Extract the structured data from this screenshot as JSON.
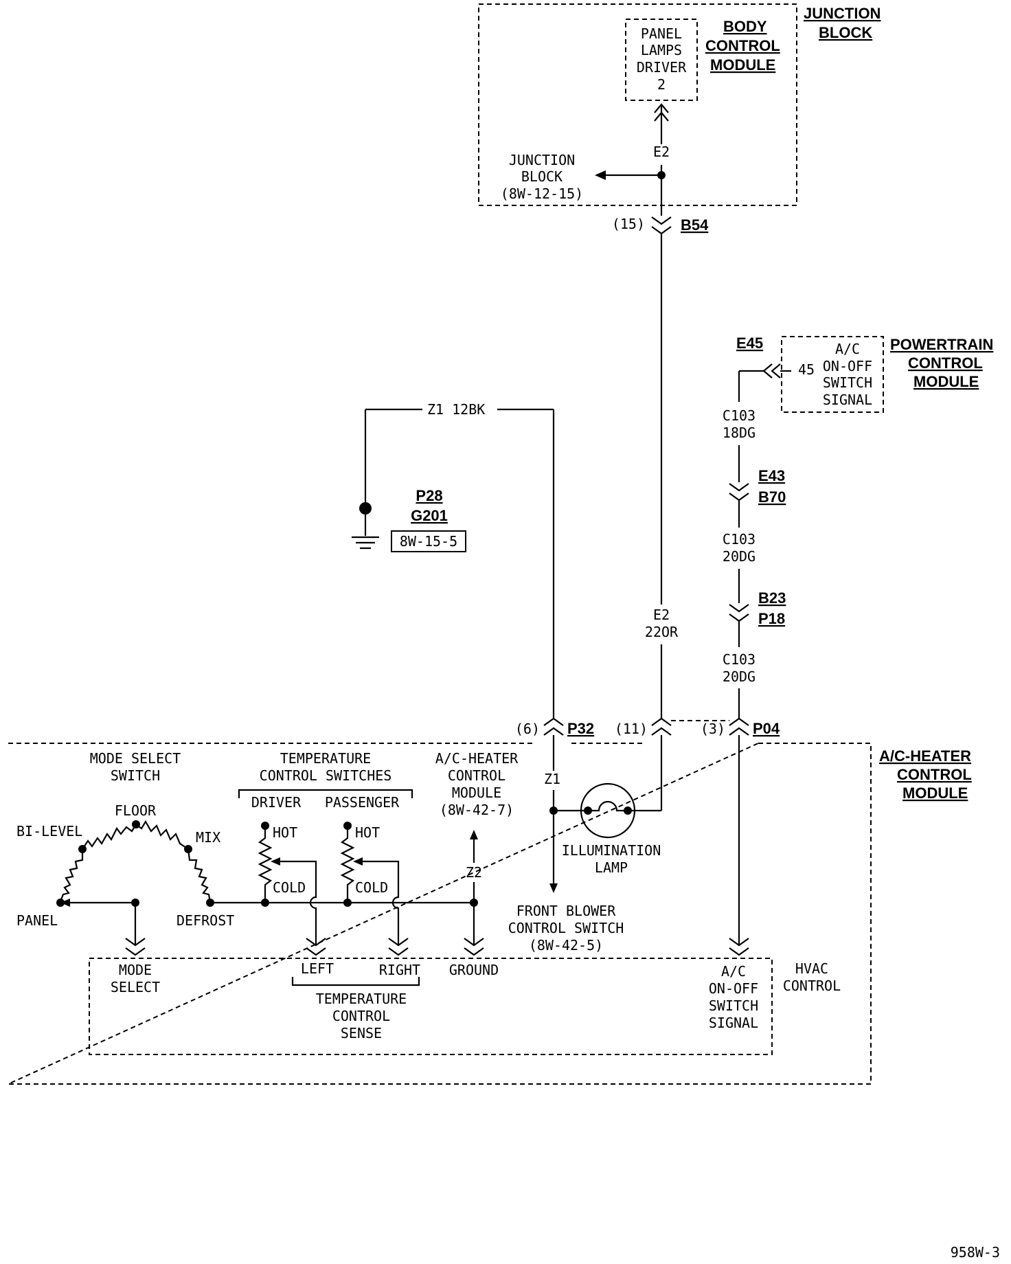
{
  "junction_block": {
    "title_line1": "JUNCTION",
    "title_line2": "BLOCK",
    "bcm_line1": "BODY",
    "bcm_line2": "CONTROL",
    "bcm_line3": "MODULE",
    "driver_line1": "PANEL",
    "driver_line2": "LAMPS",
    "driver_line3": "DRIVER",
    "driver_line4": "2",
    "circuit_e2": "E2",
    "ref_line1": "JUNCTION",
    "ref_line2": "BLOCK",
    "ref_line3": "(8W-12-15)",
    "pin_15": "(15)",
    "conn_b54": "B54"
  },
  "pcm": {
    "conn_e45": "E45",
    "pin_45": "45",
    "signal_line1": "A/C",
    "signal_line2": "ON-OFF",
    "signal_line3": "SWITCH",
    "signal_line4": "SIGNAL",
    "title_line1": "POWERTRAIN",
    "title_line2": "CONTROL",
    "title_line3": "MODULE"
  },
  "ac_wire": {
    "c103_a": "C103",
    "gauge_a": "18DG",
    "conn_e43": "E43",
    "conn_b70": "B70",
    "c103_b": "C103",
    "gauge_b": "20DG",
    "conn_b23": "B23",
    "conn_p18": "P18",
    "c103_c": "C103",
    "gauge_c": "20DG"
  },
  "ground": {
    "wire_label": "Z1 12BK",
    "conn_p28": "P28",
    "conn_g201": "G201",
    "ref": "8W-15-5"
  },
  "illum_wire": {
    "circuit": "E2",
    "gauge": "22OR"
  },
  "connectors": {
    "pin_6": "(6)",
    "conn_p32": "P32",
    "pin_11": "(11)",
    "pin_3": "(3)",
    "conn_p04": "P04"
  },
  "hvac_module": {
    "title_line1": "A/C-HEATER",
    "title_line2": "CONTROL",
    "title_line3": "MODULE",
    "mode_switch_line1": "MODE SELECT",
    "mode_switch_line2": "SWITCH",
    "floor": "FLOOR",
    "bi_level": "BI-LEVEL",
    "mix": "MIX",
    "panel": "PANEL",
    "defrost": "DEFROST",
    "temp_switch_line1": "TEMPERATURE",
    "temp_switch_line2": "CONTROL SWITCHES",
    "driver": "DRIVER",
    "passenger": "PASSENGER",
    "hot_driver": "HOT",
    "cold_driver": "COLD",
    "hot_passenger": "HOT",
    "cold_passenger": "COLD",
    "ref_line1": "A/C-HEATER",
    "ref_line2": "CONTROL",
    "ref_line3": "MODULE",
    "ref_line4": "(8W-42-7)",
    "z2": "Z2",
    "z1": "Z1",
    "lamp_line1": "ILLUMINATION",
    "lamp_line2": "LAMP",
    "blower_line1": "FRONT BLOWER",
    "blower_line2": "CONTROL SWITCH",
    "blower_line3": "(8W-42-5)",
    "mode_select_line1": "MODE",
    "mode_select_line2": "SELECT",
    "left": "LEFT",
    "right": "RIGHT",
    "ground": "GROUND",
    "sense_line1": "TEMPERATURE",
    "sense_line2": "CONTROL",
    "sense_line3": "SENSE",
    "ac_signal_line1": "A/C",
    "ac_signal_line2": "ON-OFF",
    "ac_signal_line3": "SWITCH",
    "ac_signal_line4": "SIGNAL",
    "hvac_line1": "HVAC",
    "hvac_line2": "CONTROL"
  },
  "figure_id": "958W-3"
}
